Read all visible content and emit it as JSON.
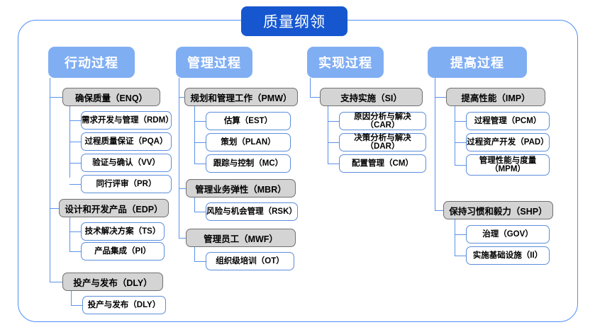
{
  "diagram": {
    "title": "质量纲领",
    "outline_color": "#4e8ef7",
    "title_color": "#1657d0",
    "header_color": "#80aef3",
    "group_color": "#d4d4d4",
    "leaf_border_color": "#5b8ddb"
  },
  "columns": [
    {
      "header": "行动过程",
      "groups": [
        {
          "label": "确保质量（ENQ）",
          "items": [
            "需求开发与管理（RDM）",
            "过程质量保证（PQA）",
            "验证与确认（VV）",
            "同行评审（PR）"
          ]
        },
        {
          "label": "设计和开发产品（EDP）",
          "items": [
            "技术解决方案（TS）",
            "产品集成（PI）"
          ]
        },
        {
          "label": "投产与发布（DLY）",
          "items": [
            "投产与发布（DLY）"
          ]
        }
      ]
    },
    {
      "header": "管理过程",
      "groups": [
        {
          "label": "规划和管理工作（PMW）",
          "items": [
            "估算（EST）",
            "策划（PLAN）",
            "跟踪与控制（MC）"
          ]
        },
        {
          "label": "管理业务弹性（MBR）",
          "items": [
            "风险与机会管理（RSK）"
          ]
        },
        {
          "label": "管理员工（MWF）",
          "items": [
            "组织级培训（OT）"
          ]
        }
      ]
    },
    {
      "header": "实现过程",
      "groups": [
        {
          "label": "支持实施（SI）",
          "items": [
            "原因分析与解决（CAR）",
            "决策分析与解决（DAR）",
            "配置管理（CM）"
          ]
        }
      ]
    },
    {
      "header": "提高过程",
      "groups": [
        {
          "label": "提高性能（IMP）",
          "items": [
            "过程管理（PCM）",
            "过程资产开发（PAD）",
            "管理性能与度量\n（MPM）"
          ]
        },
        {
          "label": "保持习惯和毅力（SHP）",
          "items": [
            "治理（GOV）",
            "实施基础设施（II）"
          ]
        }
      ]
    }
  ]
}
